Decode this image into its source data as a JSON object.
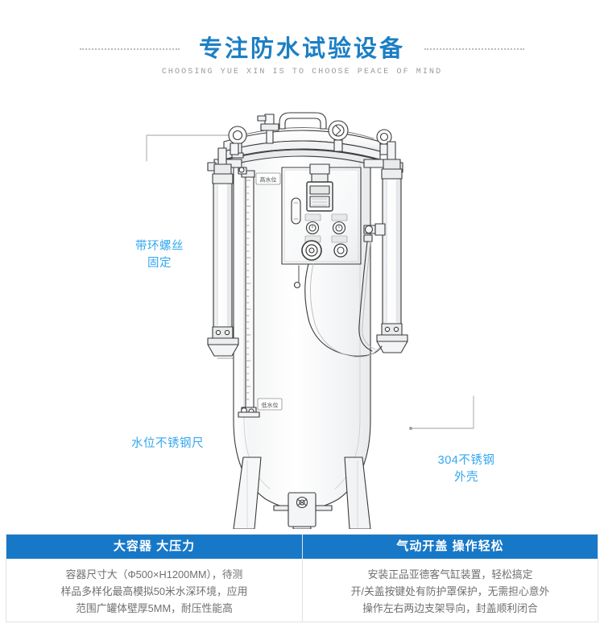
{
  "header": {
    "title": "专注防水试验设备",
    "subtitle": "CHOOSING YUE XIN IS TO CHOOSE PEACE OF MIND",
    "title_color": "#1c7fc4",
    "rule_color": "#b9bcc0"
  },
  "illustration": {
    "alt": "waterproof test chamber pressure tank line drawing",
    "annotation_color": "#34a7f0",
    "annotations": [
      {
        "id": "ring-screw",
        "line1": "带环螺丝",
        "line2": "固定"
      },
      {
        "id": "water-ruler",
        "line1": "水位不锈钢尺",
        "line2": ""
      },
      {
        "id": "shell",
        "line1": "304不锈钢",
        "line2": "外壳"
      }
    ],
    "tank_labels": {
      "high_water": "高水位",
      "low_water": "低水位"
    }
  },
  "features": [
    {
      "id": "capacity",
      "heading": "大容器 大压力",
      "lines": [
        "容器尺寸大（Φ500×H1200MM），待测",
        "样品多样化最高模拟50米水深环境，应用",
        "范围广罐体壁厚5MM，耐压性能高"
      ]
    },
    {
      "id": "pneumatic-lid",
      "heading": "气动开盖 操作轻松",
      "lines": [
        "安装正品亚德客气缸装置，轻松搞定",
        "开/关盖按键处有防护罩保护，无需担心意外",
        "操作左右两边支架导向，封盖顺利闭合"
      ]
    }
  ],
  "theme": {
    "header_bar": "#1878c8",
    "panel_border": "#e2e2e2",
    "body_text": "#6f6f6f",
    "line_art": "#3a3a3a"
  }
}
